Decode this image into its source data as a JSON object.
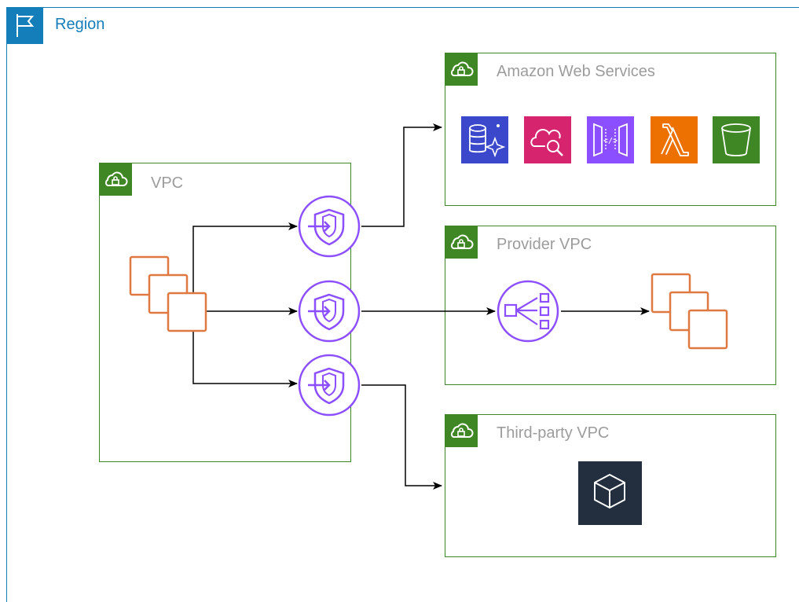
{
  "region": {
    "title": "Region"
  },
  "groups": {
    "vpc": {
      "title": "VPC"
    },
    "aws": {
      "title": "Amazon Web Services"
    },
    "provider": {
      "title": "Provider VPC"
    },
    "third_party": {
      "title": "Third-party VPC"
    }
  },
  "icons": {
    "region": "region-flag-icon",
    "group": "cloud-lock-icon",
    "endpoint": "vpc-endpoint-shield-icon",
    "instances": "ec2-instances-icon",
    "load_balancer": "network-load-balancer-icon",
    "aws_services": [
      "database-icon",
      "cloud-search-icon",
      "api-gateway-icon",
      "lambda-icon",
      "s3-bucket-icon"
    ],
    "marketplace": "marketplace-cube-icon"
  },
  "colors": {
    "region": "#147eba",
    "group": "#3f8624",
    "title_gray": "#9c9c9c",
    "endpoint": "#8c4fff",
    "compute": "#e07941",
    "arrow": "#000000"
  }
}
